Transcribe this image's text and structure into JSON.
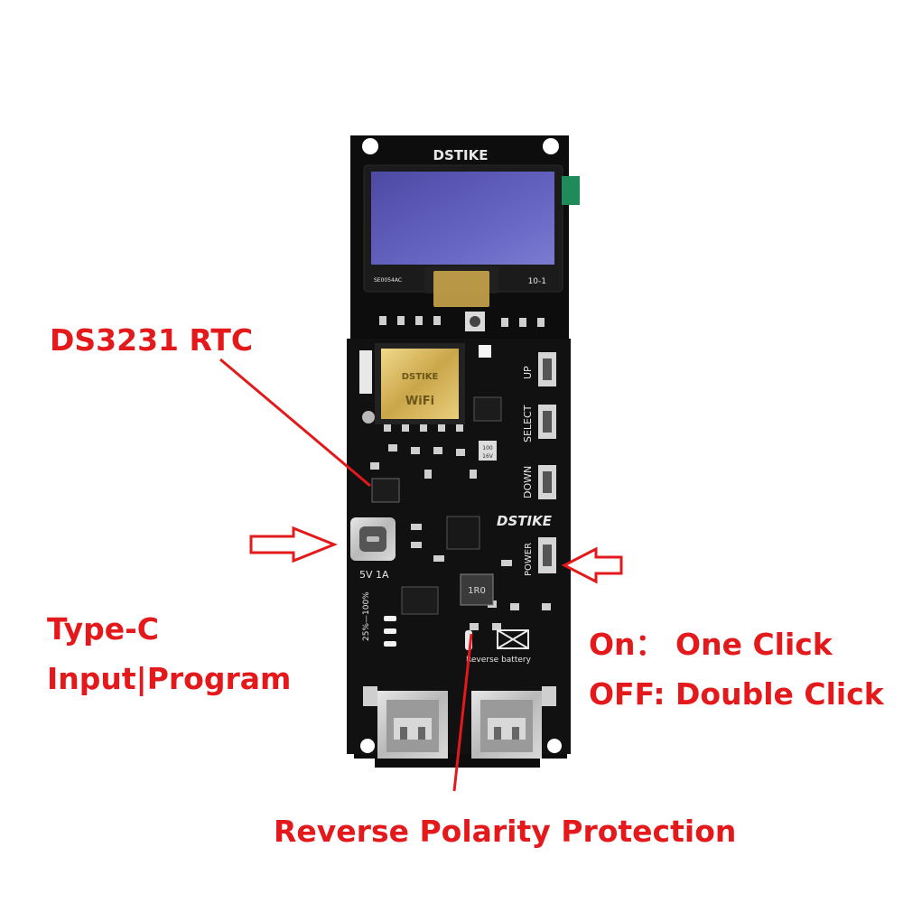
{
  "board": {
    "brand_top": "DSTIKE",
    "brand_mid": "DSTIKE",
    "oled_left_code": "SE0054AC",
    "oled_right_code": "10-1",
    "module_brand": "DSTIKE",
    "module_label": "WiFi",
    "button_up": "UP",
    "button_select": "SELECT",
    "button_down": "DOWN",
    "button_power": "POWER",
    "usb_rating": "5V 1A",
    "battery_scale": "25%—100%",
    "inductor_code": "1R0",
    "cap_value_a": "100",
    "cap_value_b": "16V",
    "reverse_label": "Reverse battery"
  },
  "annotations": {
    "rtc": "DS3231 RTC",
    "type_c_line1": "Type-C",
    "type_c_line2": "Input|Program",
    "on_label": "On： One Click",
    "off_label": "OFF: Double Click",
    "reverse_protection": "Reverse Polarity Protection"
  },
  "colors": {
    "annotation": "#e3191b",
    "pcb": "#0d0d0d",
    "oled_screen": "#5b5ab2",
    "oled_tab": "#1f8a5a",
    "usb_metal": "#c9c9c9"
  }
}
